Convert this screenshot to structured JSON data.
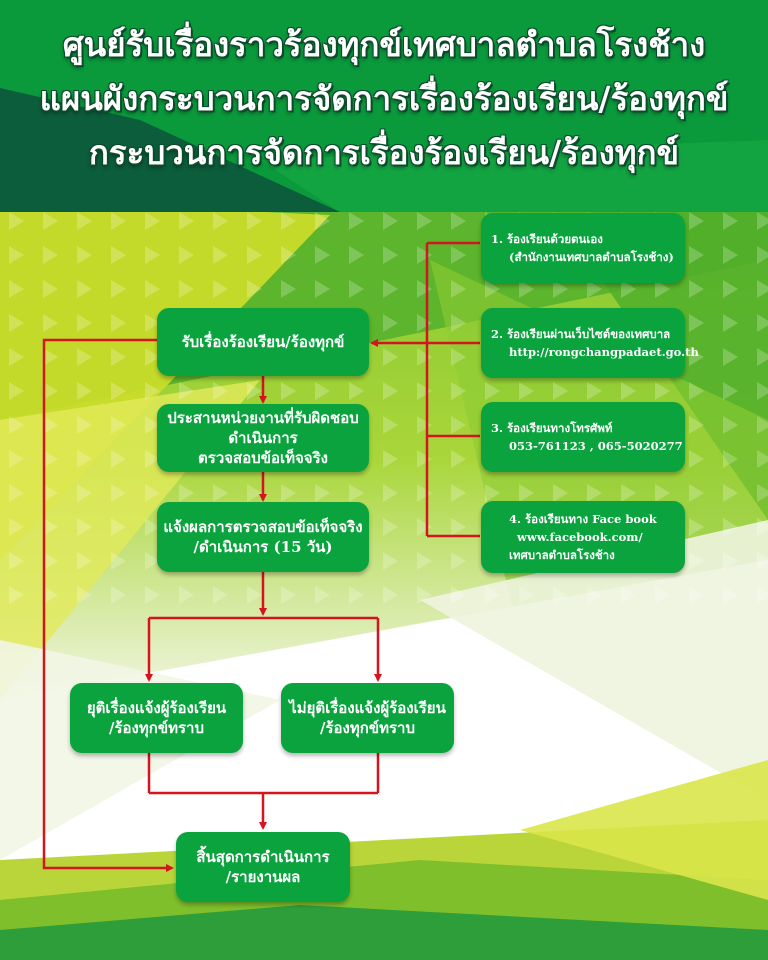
{
  "header": {
    "lines": [
      "ศูนย์รับเรื่องราวร้องทุกข์เทศบาลตำบลโรงช้าง",
      "แผนผังกระบวนการจัดการเรื่องร้องเรียน/ร้องทุกข์",
      "กระบวนการจัดการเรื่องร้องเรียน/ร้องทุกข์"
    ]
  },
  "flow": {
    "receive": [
      "รับเรื่องร้องเรียน/ร้องทุกข์"
    ],
    "coordinate": [
      "ประสานหน่วยงานที่รับผิดชอบ",
      "ดำเนินการ",
      "ตรวจสอบข้อเท็จจริง"
    ],
    "notify": [
      "แจ้งผลการตรวจสอบข้อเท็จจริง",
      "/ดำเนินการ (15 วัน)"
    ],
    "resolved": [
      "ยุติเรื่องแจ้งผู้ร้องเรียน",
      "/ร้องทุกข์ทราบ"
    ],
    "unresolved": [
      "ไม่ยุติเรื่องแจ้งผู้ร้องเรียน",
      "/ร้องทุกข์ทราบ"
    ],
    "end": [
      "สิ้นสุดการดำเนินการ",
      "/รายงานผล"
    ]
  },
  "channels": [
    [
      "1. ร้องเรียนด้วยตนเอง",
      "(สำนักงานเทศบาลตำบลโรงช้าง)"
    ],
    [
      "2. ร้องเรียนผ่านเว็บไซต์ของเทศบาล",
      "http://rongchangpadaet.go.th"
    ],
    [
      "3. ร้องเรียนทางโทรศัพท์",
      "053-761123 , 065-5020277"
    ],
    [
      "4. ร้องเรียนทาง Face book",
      "www.facebook.com/",
      "เทศบาลตำบลโรงช้าง"
    ]
  ],
  "colors": {
    "box_green": "#0aa33e",
    "arrow_red": "#d4141e",
    "header_green": "#0a9a3c",
    "dark_green": "#0b5d3b",
    "lime": "#c9dc2a"
  }
}
